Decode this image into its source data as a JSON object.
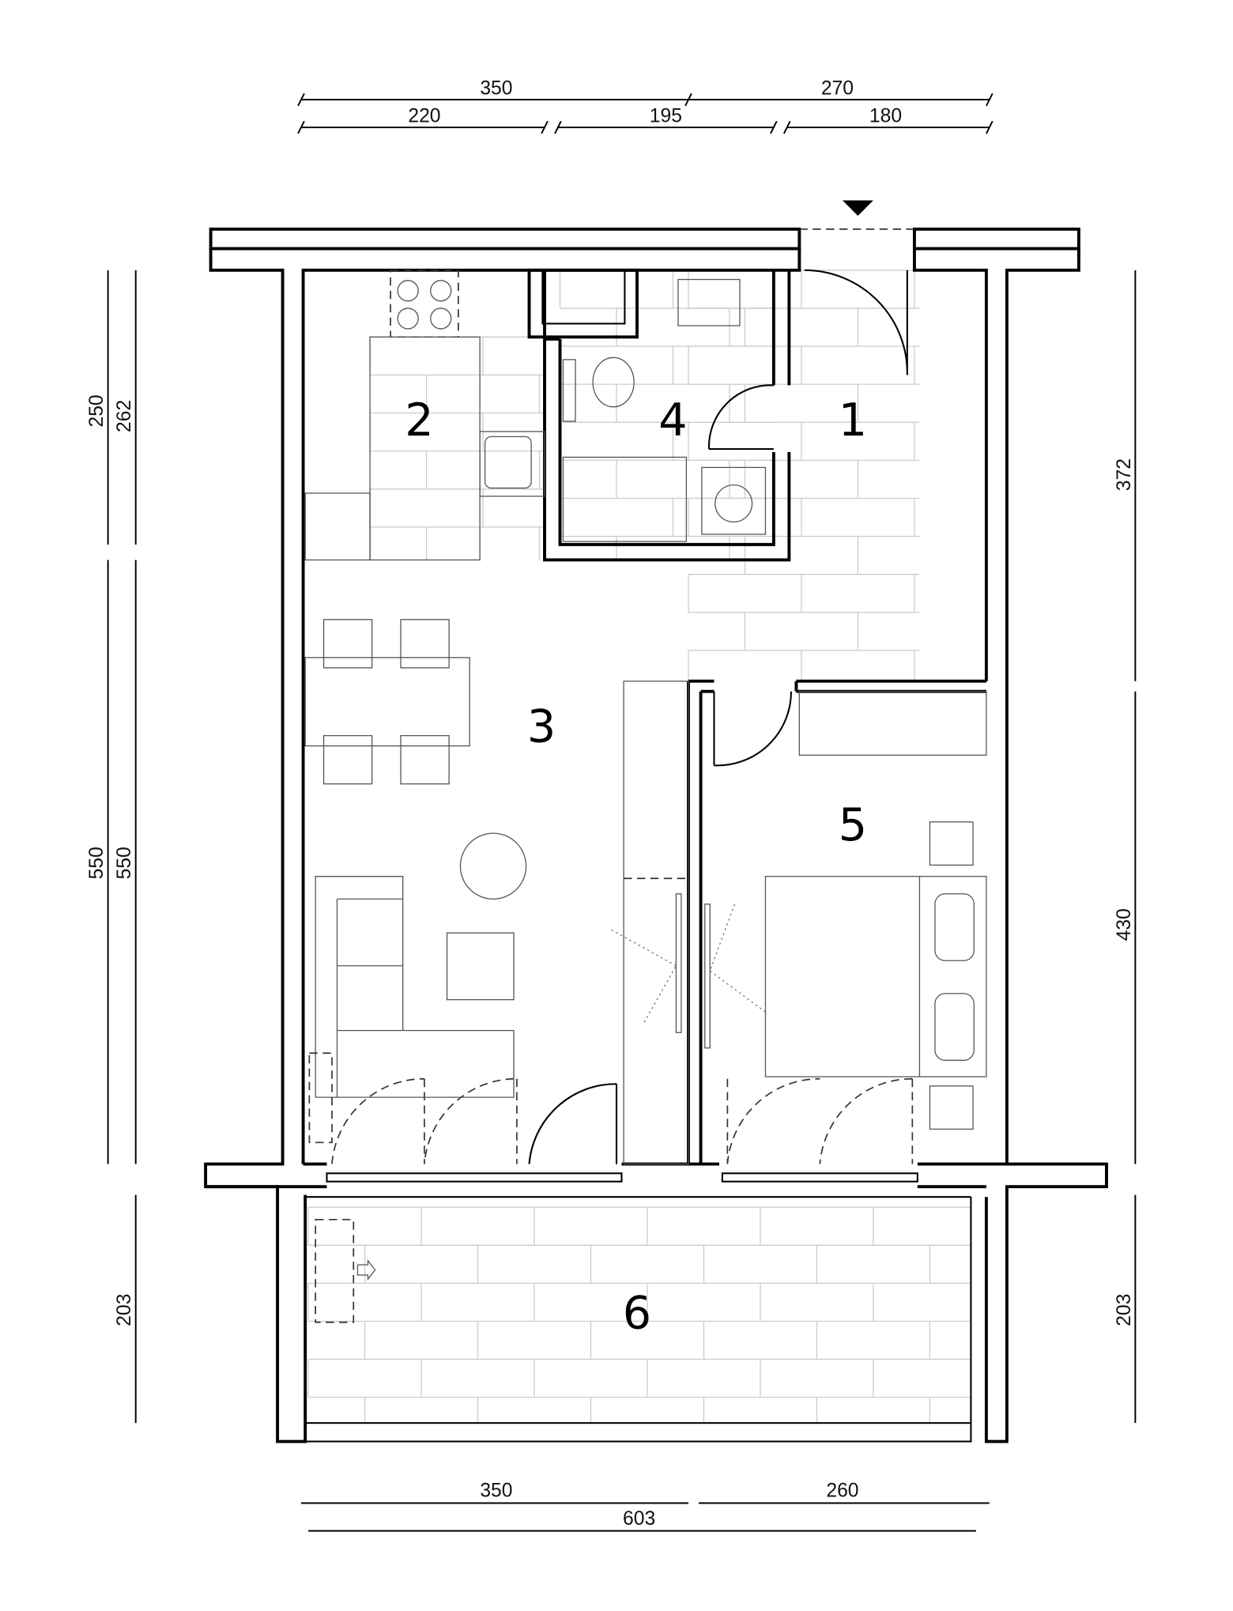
{
  "title": "Apartment floor plan",
  "rooms": [
    {
      "number": "1"
    },
    {
      "number": "2"
    },
    {
      "number": "3"
    },
    {
      "number": "4"
    },
    {
      "number": "5"
    },
    {
      "number": "6"
    }
  ],
  "dimensions": {
    "top_outer": [
      "350",
      "270"
    ],
    "top_inner": [
      "220",
      "195",
      "180"
    ],
    "left_outer": [
      "250",
      "550"
    ],
    "left_inner": [
      "262",
      "550",
      "203"
    ],
    "right": [
      "372",
      "430",
      "203"
    ],
    "bottom_upper": [
      "350",
      "260"
    ],
    "bottom_total": "603"
  },
  "colors": {
    "wall": "#000000",
    "tile": "#cccccc"
  }
}
